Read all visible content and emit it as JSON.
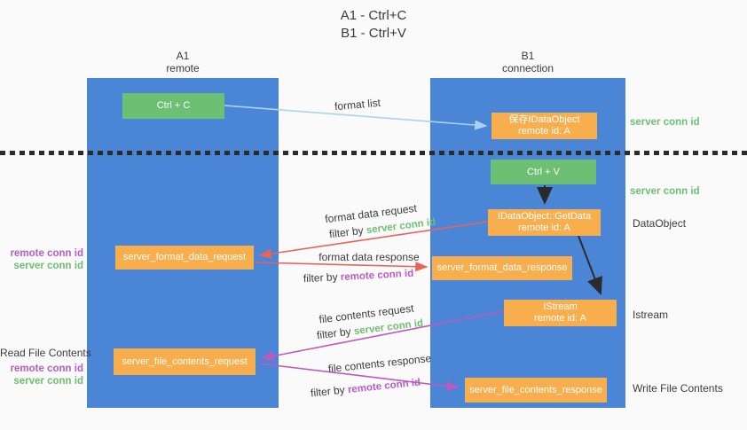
{
  "title": {
    "line1": "A1 - Ctrl+C",
    "line2": "B1 - Ctrl+V"
  },
  "columns": {
    "a1": {
      "name": "A1",
      "subtitle": "remote"
    },
    "b1": {
      "name": "B1",
      "subtitle": "connection"
    }
  },
  "boxes": {
    "ctrl_c": {
      "label": "Ctrl + C"
    },
    "save_idataobject": {
      "line1": "保存IDataObject",
      "line2": "remote id: A"
    },
    "ctrl_v": {
      "label": "Ctrl + V"
    },
    "getdata": {
      "line1": "IDataObject::GetData",
      "line2": "remote id: A"
    },
    "istream": {
      "line1": "IStream",
      "line2": "remote id: A"
    },
    "server_format_data_request": {
      "label": "server_format_data_request"
    },
    "server_format_data_response": {
      "label": "server_format_data_response"
    },
    "server_file_contents_request": {
      "label": "server_file_contents_request"
    },
    "server_file_contents_response": {
      "label": "server_file_contents_response"
    }
  },
  "flow_labels": {
    "format_list": "format list",
    "format_data_request": "format data request",
    "format_data_response": "format data response",
    "file_contents_request": "file contents request",
    "file_contents_response": "file contents response",
    "filter_by": "filter by ",
    "server_conn_id": "server conn id",
    "remote_conn_id": "remote conn id"
  },
  "side_labels": {
    "right_server_conn_id_1": "server conn id",
    "right_server_conn_id_2": "server conn id",
    "right_dataobject": "DataObject",
    "right_istream": "Istream",
    "right_write_file_contents": "Write File Contents",
    "left_remote_conn_id_1": "remote conn id",
    "left_server_conn_id_1": "server conn id",
    "left_read_file_contents": "Read File Contents",
    "left_remote_conn_id_2": "remote conn id",
    "left_server_conn_id_2": "server conn id"
  },
  "colors": {
    "background": "#fafafa",
    "column_blue": "#4a85d6",
    "box_green": "#6dbf73",
    "box_orange": "#f9ae4d",
    "green_text": "#6fbe72",
    "purple_text": "#b55cc5",
    "red_arrow": "#e8635a",
    "purple_arrow": "#c158bd",
    "blue_arrow": "#a9d3f0",
    "black_arrow": "#2b2b2b",
    "dark_text": "#3c3c3c"
  }
}
